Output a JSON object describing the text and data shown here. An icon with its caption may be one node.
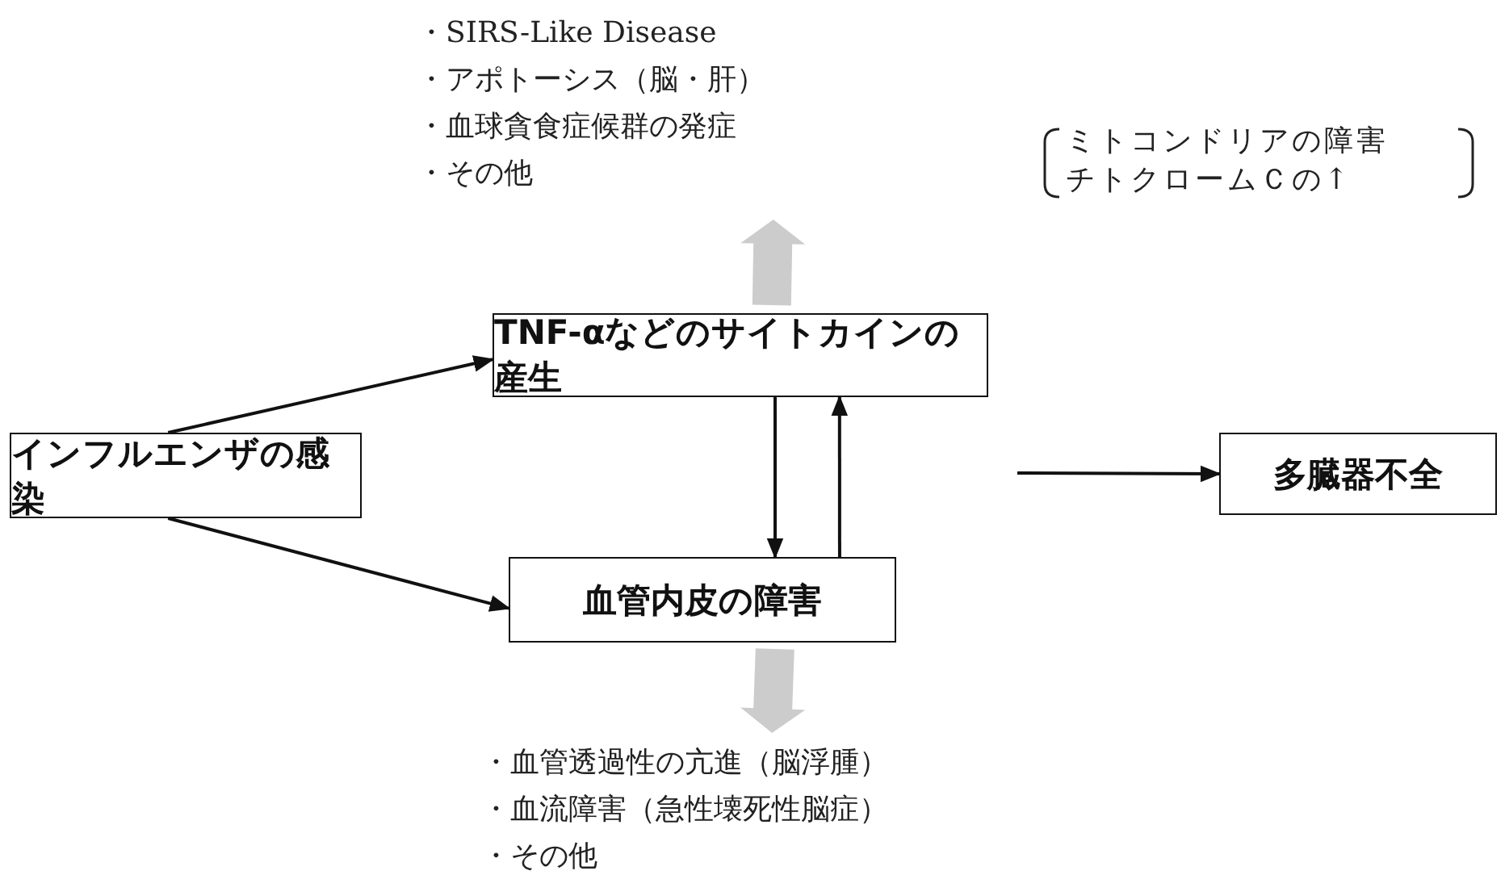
{
  "diagram": {
    "nodes": [
      {
        "text": [
          "インフルエンザの感染"
        ]
      },
      {
        "text": [
          "TNF-αなどのサイトカインの産生"
        ]
      },
      {
        "text": [
          "血管内皮の障害"
        ]
      },
      {
        "text": [
          "多臓器不全"
        ]
      },
      {
        "text": [
          "・SIRS-Like Disease",
          "・アポトーシス（脳・肝）",
          "・血球貪食症候群の発症",
          "・その他"
        ]
      },
      {
        "text": [
          "・血管透過性の亢進（脳浮腫）",
          "・血流障害（急性壊死性脳症）",
          "・その他"
        ]
      }
    ],
    "edges": [
      {
        "from": 0,
        "to": 1,
        "arrow": "to"
      },
      {
        "from": 0,
        "to": 2,
        "arrow": "to"
      },
      {
        "from": 1,
        "to": 2,
        "arrow": "to"
      },
      {
        "from": 2,
        "to": 1,
        "arrow": "to"
      },
      {
        "from": null,
        "to": 3,
        "arrow": "to"
      },
      {
        "from": 1,
        "to": 4,
        "arrow": "to",
        "style": "thick",
        "color": "#cccccc"
      },
      {
        "from": 2,
        "to": 5,
        "arrow": "to",
        "style": "thick",
        "color": "#cccccc"
      }
    ],
    "labels": [
      "ミトコンドリアの障害",
      "チトクロームＣの↑"
    ]
  }
}
